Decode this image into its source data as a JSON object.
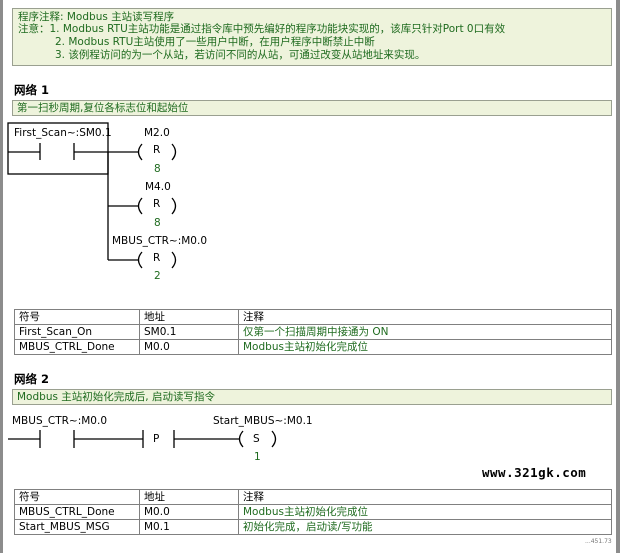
{
  "program_comment": {
    "title": "程序注释: Modbus 主站读写程序",
    "lines": [
      "注意：1. Modbus RTU主站功能是通过指令库中预先编好的程序功能块实现的，该库只针对Port 0口有效",
      "2. Modbus RTU主站使用了一些用户中断，在用户程序中断禁止中断",
      "3. 该例程访问的为一个从站，若访问不同的从站，可通过改变从站地址来实现。"
    ]
  },
  "network1": {
    "title": "网络 1",
    "comment": "第一扫秒周期,复位各标志位和起始位",
    "contact_label": "First_Scan~:SM0.1",
    "coils": [
      {
        "address": "M2.0",
        "type": "R",
        "count": "8"
      },
      {
        "address": "M4.0",
        "type": "R",
        "count": "8"
      },
      {
        "address": "MBUS_CTR~:M0.0",
        "type": "R",
        "count": "2"
      }
    ],
    "symbols": {
      "headers": [
        "符号",
        "地址",
        "注释"
      ],
      "rows": [
        [
          "First_Scan_On",
          "SM0.1",
          "仅第一个扫描周期中接通为 ON"
        ],
        [
          "MBUS_CTRL_Done",
          "M0.0",
          "Modbus主站初始化完成位"
        ]
      ]
    }
  },
  "network2": {
    "title": "网络 2",
    "comment": "Modbus 主站初始化完成后, 启动读写指令",
    "contact_label": "MBUS_CTR~:M0.0",
    "edge_label": "P",
    "coil": {
      "address": "Start_MBUS~:M0.1",
      "type": "S",
      "count": "1"
    },
    "symbols": {
      "headers": [
        "符号",
        "地址",
        "注释"
      ],
      "rows": [
        [
          "MBUS_CTRL_Done",
          "M0.0",
          "Modbus主站初始化完成位"
        ],
        [
          "Start_MBUS_MSG",
          "M0.1",
          "初始化完成，启动读/写功能"
        ]
      ]
    }
  },
  "watermark": "www.321gk.com",
  "corner_text": "...451.73",
  "colors": {
    "comment_bg": "#eef3dc",
    "comment_text": "#1f6b1f",
    "ladder": "#000000"
  }
}
